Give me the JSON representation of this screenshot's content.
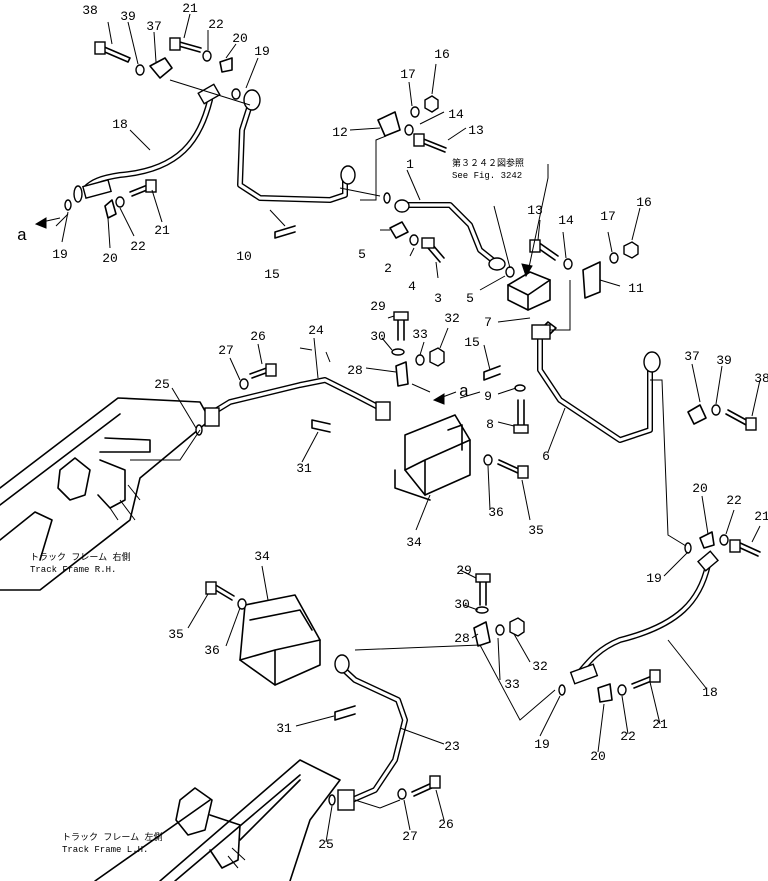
{
  "diagram": {
    "callouts": [
      {
        "id": "38a",
        "text": "38"
      },
      {
        "id": "39a",
        "text": "39"
      },
      {
        "id": "37a",
        "text": "37"
      },
      {
        "id": "21a",
        "text": "21"
      },
      {
        "id": "22a",
        "text": "22"
      },
      {
        "id": "20a",
        "text": "20"
      },
      {
        "id": "19a",
        "text": "19"
      },
      {
        "id": "16a",
        "text": "16"
      },
      {
        "id": "17a",
        "text": "17"
      },
      {
        "id": "14a",
        "text": "14"
      },
      {
        "id": "13a",
        "text": "13"
      },
      {
        "id": "12",
        "text": "12"
      },
      {
        "id": "18a",
        "text": "18"
      },
      {
        "id": "1",
        "text": "1"
      },
      {
        "id": "19b",
        "text": "19"
      },
      {
        "id": "20b",
        "text": "20"
      },
      {
        "id": "22b",
        "text": "22"
      },
      {
        "id": "21b",
        "text": "21"
      },
      {
        "id": "10",
        "text": "10"
      },
      {
        "id": "15a",
        "text": "15"
      },
      {
        "id": "5a",
        "text": "5"
      },
      {
        "id": "2",
        "text": "2"
      },
      {
        "id": "4",
        "text": "4"
      },
      {
        "id": "3",
        "text": "3"
      },
      {
        "id": "5b",
        "text": "5"
      },
      {
        "id": "13b",
        "text": "13"
      },
      {
        "id": "14b",
        "text": "14"
      },
      {
        "id": "17b",
        "text": "17"
      },
      {
        "id": "16b",
        "text": "16"
      },
      {
        "id": "11",
        "text": "11"
      },
      {
        "id": "7",
        "text": "7"
      },
      {
        "id": "29a",
        "text": "29"
      },
      {
        "id": "30a",
        "text": "30"
      },
      {
        "id": "33a",
        "text": "33"
      },
      {
        "id": "32a",
        "text": "32"
      },
      {
        "id": "28a",
        "text": "28"
      },
      {
        "id": "26a",
        "text": "26"
      },
      {
        "id": "27a",
        "text": "27"
      },
      {
        "id": "24",
        "text": "24"
      },
      {
        "id": "25a",
        "text": "25"
      },
      {
        "id": "15b",
        "text": "15"
      },
      {
        "id": "9",
        "text": "9"
      },
      {
        "id": "8",
        "text": "8"
      },
      {
        "id": "37b",
        "text": "37"
      },
      {
        "id": "39b",
        "text": "39"
      },
      {
        "id": "38b",
        "text": "38"
      },
      {
        "id": "6",
        "text": "6"
      },
      {
        "id": "31a",
        "text": "31"
      },
      {
        "id": "36a",
        "text": "36"
      },
      {
        "id": "35a",
        "text": "35"
      },
      {
        "id": "34a",
        "text": "34"
      },
      {
        "id": "20c",
        "text": "20"
      },
      {
        "id": "22c",
        "text": "22"
      },
      {
        "id": "21c",
        "text": "21"
      },
      {
        "id": "19c",
        "text": "19"
      },
      {
        "id": "34b",
        "text": "34"
      },
      {
        "id": "29b",
        "text": "29"
      },
      {
        "id": "30b",
        "text": "30"
      },
      {
        "id": "35b",
        "text": "35"
      },
      {
        "id": "36b",
        "text": "36"
      },
      {
        "id": "28b",
        "text": "28"
      },
      {
        "id": "32b",
        "text": "32"
      },
      {
        "id": "33b",
        "text": "33"
      },
      {
        "id": "18b",
        "text": "18"
      },
      {
        "id": "31b",
        "text": "31"
      },
      {
        "id": "19d",
        "text": "19"
      },
      {
        "id": "21d",
        "text": "21"
      },
      {
        "id": "22d",
        "text": "22"
      },
      {
        "id": "20d",
        "text": "20"
      },
      {
        "id": "23",
        "text": "23"
      },
      {
        "id": "25b",
        "text": "25"
      },
      {
        "id": "27b",
        "text": "27"
      },
      {
        "id": "26b",
        "text": "26"
      }
    ],
    "markers": {
      "a_left": "a",
      "a_mid": "a"
    },
    "captions": {
      "see_fig_jp": "第３２４２図参照",
      "see_fig_en": "See Fig. 3242",
      "rh_jp": "トラック フレーム 右側",
      "rh_en": "Track Frame R.H.",
      "lh_jp": "トラック フレーム 左側",
      "lh_en": "Track Frame L.H."
    }
  }
}
